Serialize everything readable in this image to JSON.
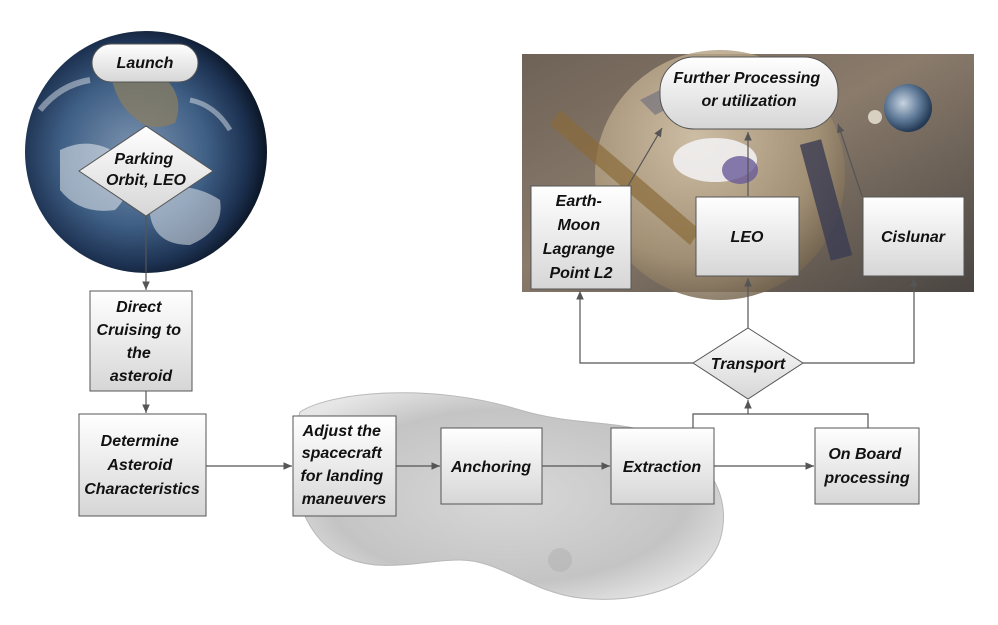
{
  "nodes": {
    "launch": "Launch",
    "parking_orbit": [
      "Parking",
      "Orbit, LEO"
    ],
    "direct_cruising": [
      "Direct",
      "Cruising to",
      "the",
      "asteroid"
    ],
    "determine_characteristics": [
      "Determine",
      "Asteroid",
      "Characteristics"
    ],
    "adjust_spacecraft": [
      "Adjust the",
      "spacecraft",
      "for landing",
      "maneuvers"
    ],
    "anchoring": "Anchoring",
    "extraction": "Extraction",
    "on_board_processing": [
      "On Board",
      "processing"
    ],
    "transport": "Transport",
    "earth_moon_l2": [
      "Earth-",
      "Moon",
      "Lagrange",
      "Point L2"
    ],
    "leo": "LEO",
    "cislunar": "Cislunar",
    "further_processing": [
      "Further Processing",
      "or utilization"
    ]
  },
  "colors": {
    "box_top": "#ffffff",
    "box_bottom": "#d6d6d6",
    "stroke": "#555555",
    "text": "#111111"
  }
}
